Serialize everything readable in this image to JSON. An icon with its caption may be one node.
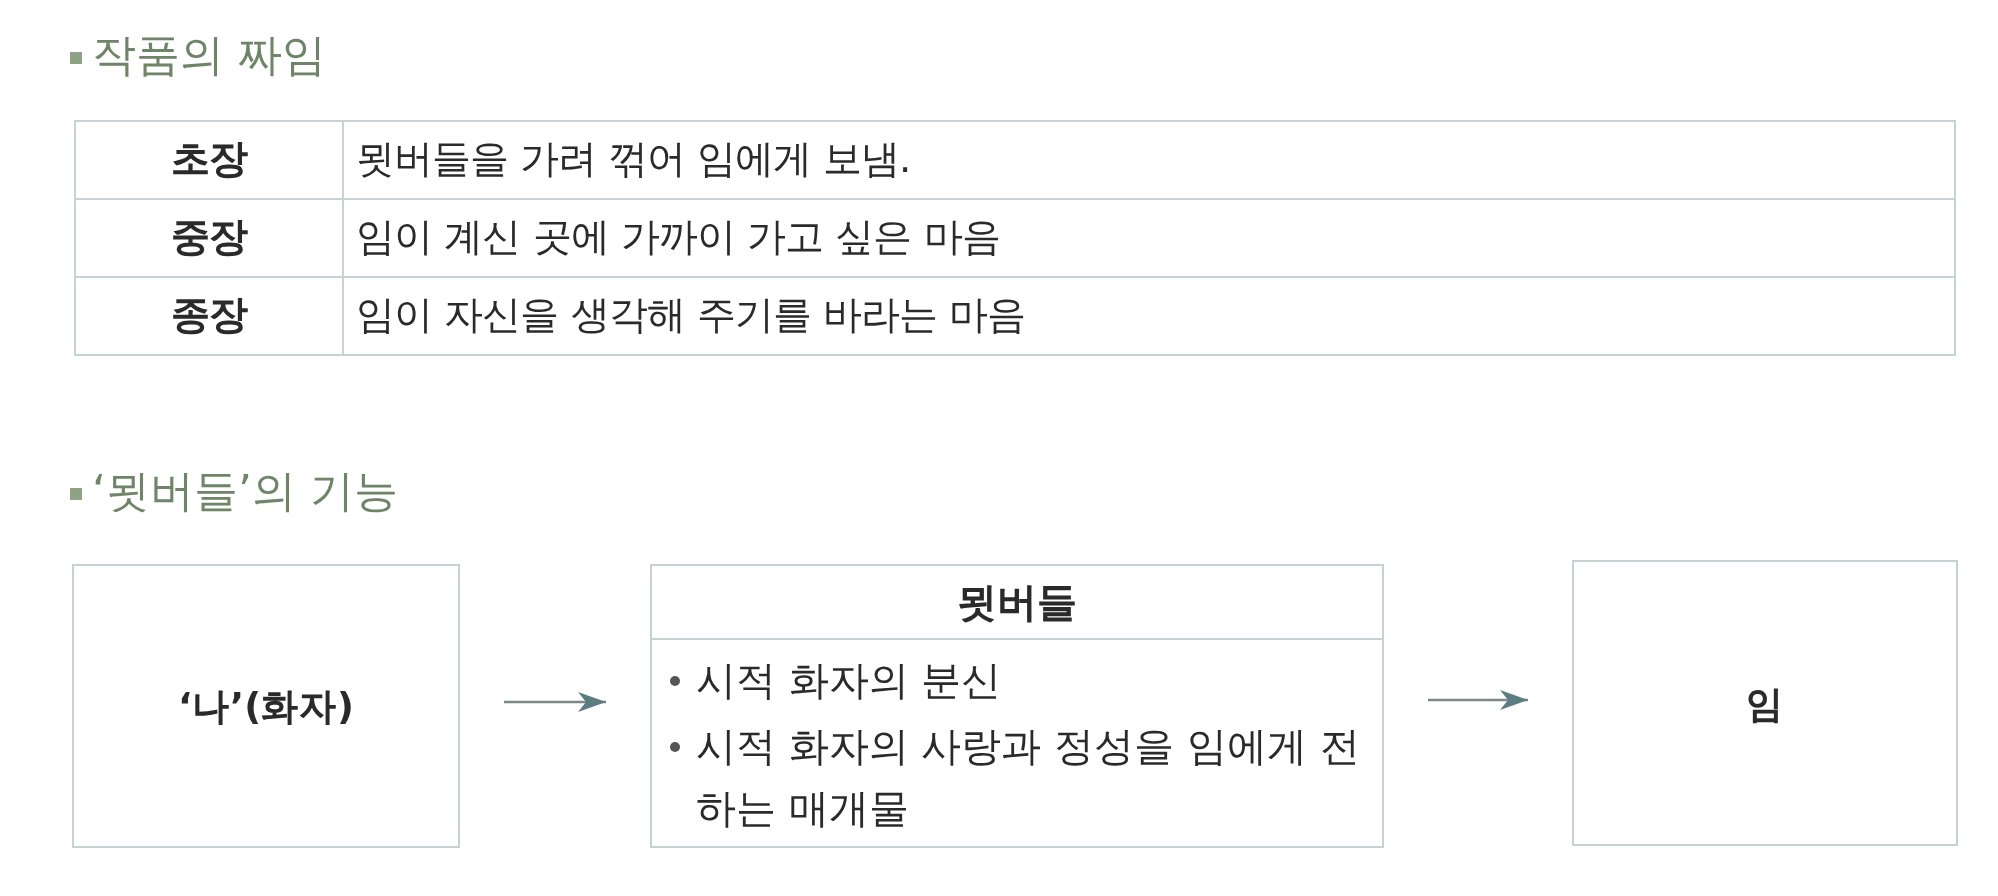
{
  "diagram": {
    "nodes": [
      {
        "text": [
          "‘나’(화자)"
        ]
      },
      {
        "text": [
          "묏버들",
          "시적 화자의 분신",
          "시적 화자의 사랑과 정성을 임에게 전하는 매개물"
        ]
      },
      {
        "text": [
          "임"
        ]
      }
    ],
    "edges": [
      {
        "from": 0,
        "to": 1,
        "arrow": "to"
      },
      {
        "from": 1,
        "to": 2,
        "arrow": "to"
      }
    ],
    "labels": [
      "작품의 짜임",
      "초장",
      "묏버들을 가려 꺾어 임에게 보냄.",
      "중장",
      "임이 계신 곳에 가까이 가고 싶은 마음",
      "종장",
      "임이 자신을 생각해 주기를 바라는 마음",
      "‘묏버들’의 기능"
    ]
  }
}
